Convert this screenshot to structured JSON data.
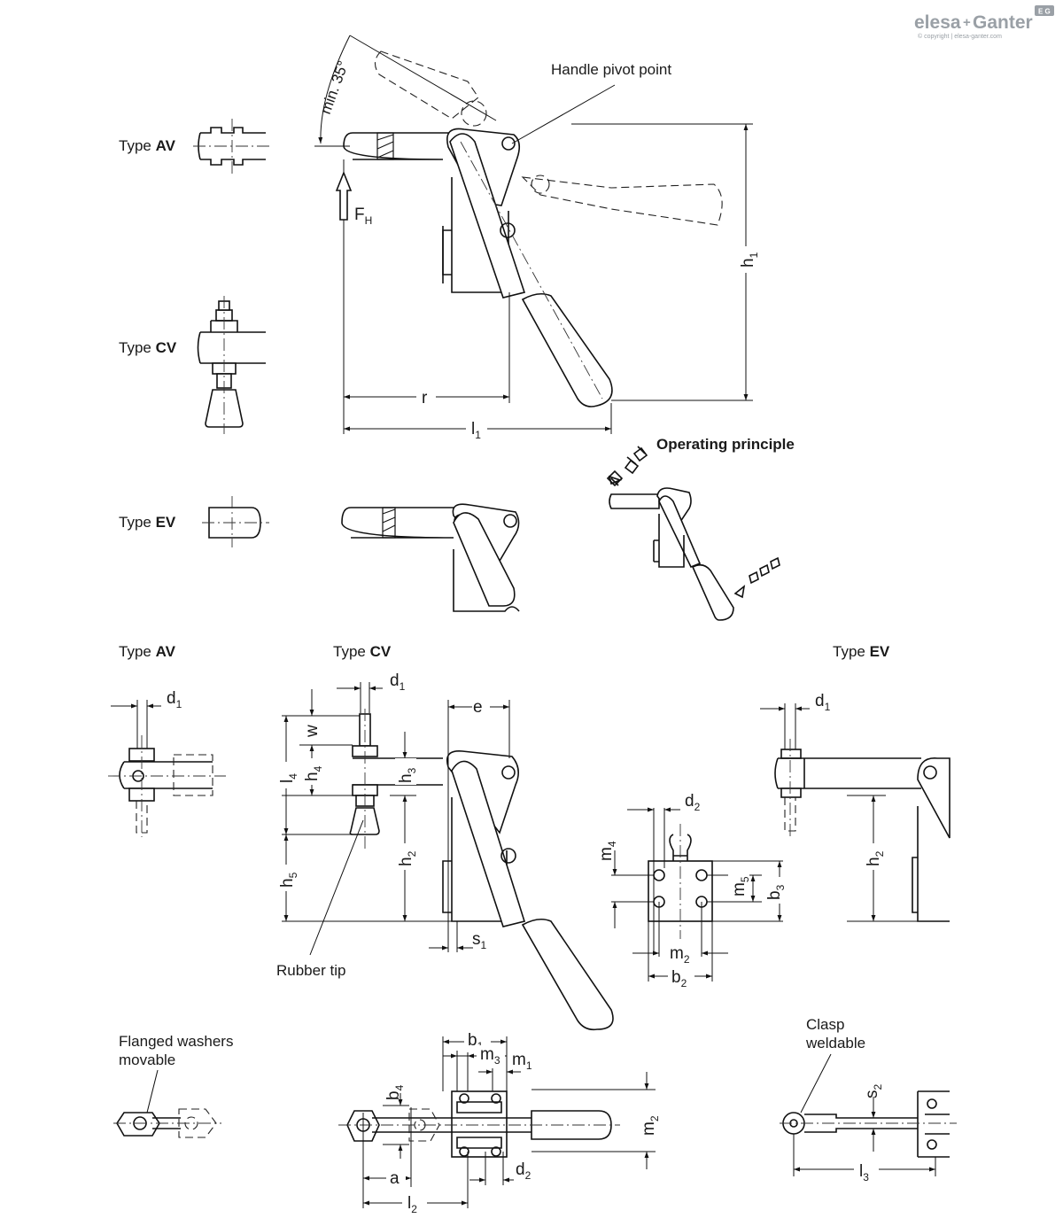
{
  "brand": {
    "logo_left": "elesa",
    "logo_plus": "+",
    "logo_right": "Ganter",
    "corner_badge": "E G",
    "copyright": "© copyright | elesa-ganter.com"
  },
  "top": {
    "type_av": {
      "prefix": "Type ",
      "bold": "AV"
    },
    "type_cv": {
      "prefix": "Type ",
      "bold": "CV"
    },
    "type_ev": {
      "prefix": "Type ",
      "bold": "EV"
    },
    "handle_pivot": "Handle pivot point",
    "angle": "min. 35°",
    "force": {
      "main": "F",
      "sub": "H"
    },
    "dim_r": "r",
    "dim_l1": {
      "main": "l",
      "sub": "1"
    },
    "dim_h1": {
      "main": "h",
      "sub": "1"
    },
    "operating_principle": "Operating principle"
  },
  "middle": {
    "type_av": {
      "prefix": "Type ",
      "bold": "AV"
    },
    "type_cv": {
      "prefix": "Type ",
      "bold": "CV"
    },
    "type_ev": {
      "prefix": "Type ",
      "bold": "EV"
    },
    "d1": {
      "main": "d",
      "sub": "1"
    },
    "w": "w",
    "e": "e",
    "l4": {
      "main": "l",
      "sub": "4"
    },
    "h4": {
      "main": "h",
      "sub": "4"
    },
    "h3": {
      "main": "h",
      "sub": "3"
    },
    "h2": {
      "main": "h",
      "sub": "2"
    },
    "h5": {
      "main": "h",
      "sub": "5"
    },
    "s1": {
      "main": "s",
      "sub": "1"
    },
    "d2": {
      "main": "d",
      "sub": "2"
    },
    "m4": {
      "main": "m",
      "sub": "4"
    },
    "m5": {
      "main": "m",
      "sub": "5"
    },
    "b3": {
      "main": "b",
      "sub": "3"
    },
    "m2": {
      "main": "m",
      "sub": "2"
    },
    "b2": {
      "main": "b",
      "sub": "2"
    },
    "rubber_tip": "Rubber tip"
  },
  "bottom": {
    "flanged_line1": "Flanged washers",
    "flanged_line2": "movable",
    "b1": {
      "main": "b",
      "sub": "1"
    },
    "m3": {
      "main": "m",
      "sub": "3"
    },
    "m1": {
      "main": "m",
      "sub": "1"
    },
    "b4": {
      "main": "b",
      "sub": "4"
    },
    "m2": {
      "main": "m",
      "sub": "2"
    },
    "a": "a",
    "d2": {
      "main": "d",
      "sub": "2"
    },
    "l2": {
      "main": "l",
      "sub": "2"
    },
    "clasp_line1": "Clasp",
    "clasp_line2": "weldable",
    "s2": {
      "main": "s",
      "sub": "2"
    },
    "l3": {
      "main": "l",
      "sub": "3"
    }
  }
}
